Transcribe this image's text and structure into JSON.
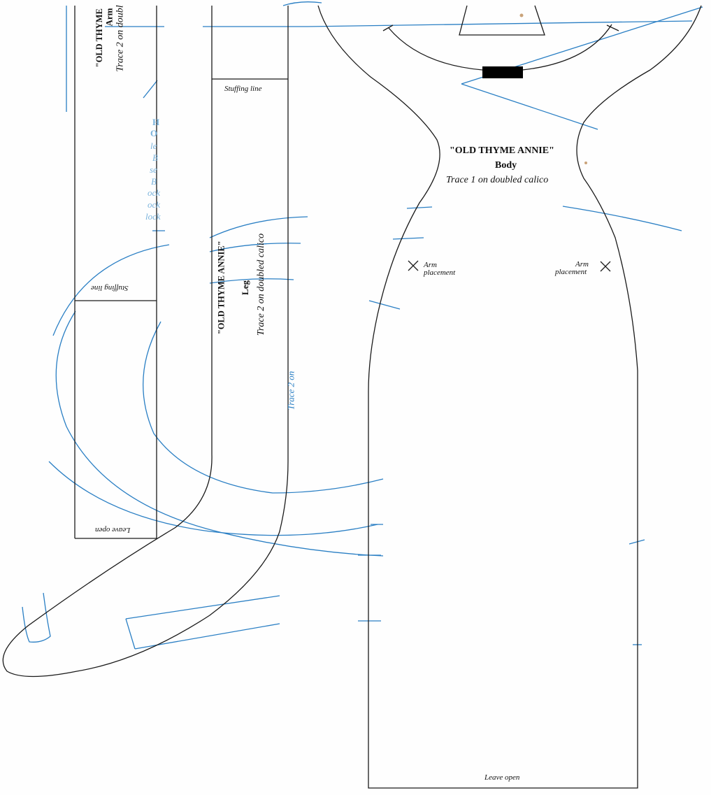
{
  "body_piece": {
    "title": "\"OLD THYME ANNIE\"",
    "name": "Body",
    "instruction": "Trace 1 on doubled calico",
    "arm_left_1": "Arm",
    "arm_left_2": "placement",
    "arm_right_1": "Arm",
    "arm_right_2": "placement",
    "leave_open": "Leave open"
  },
  "leg_piece": {
    "title": "\"OLD THYME ANNIE\"",
    "name": "Leg",
    "instruction": "Trace 2 on doubled calico",
    "stuffing": "Stuffing line"
  },
  "arm_piece": {
    "title": "\"OLD THYME",
    "name": "Arm",
    "instruction": "Trace 2 on doubl",
    "stuffing": "Stuffing line",
    "leave_open": "Leave open"
  },
  "reverse_side": {
    "trace_on": "Trace 2 on",
    "faint_lines": [
      "H",
      "O",
      "le",
      "B",
      "se",
      "B",
      "ock",
      "ock",
      "lock"
    ]
  },
  "colors": {
    "outline": "#1a1a1a",
    "bleed": "#2a7fc4"
  }
}
